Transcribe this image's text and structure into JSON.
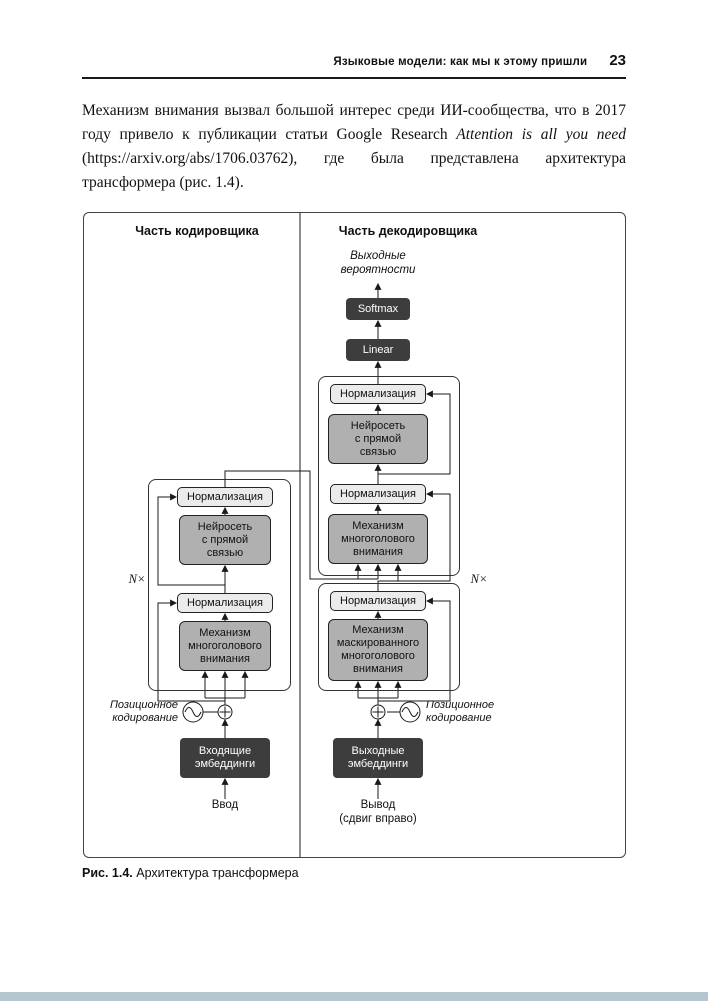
{
  "page": {
    "running_head": "Языковые модели: как мы к этому пришли",
    "page_number": "23"
  },
  "paragraph": {
    "part1": "Механизм внимания вызвал большой интерес среди ИИ-сообщества, что в 2017 году привело к публикации статьи Google Research ",
    "italic": "Attention is all you need",
    "part2": " (https://arxiv.org/abs/1706.03762), где была представлена архитектура трансформера (рис. 1.4)."
  },
  "figure": {
    "encoder_header": "Часть кодировщика",
    "decoder_header": "Часть декодировщика",
    "output_probs": "Выходные\nвероятности",
    "softmax": "Softmax",
    "linear": "Linear",
    "norm": "Нормализация",
    "ffn": "Нейросеть\nс прямой\nсвязью",
    "mha": "Механизм\nмногоголового\nвнимания",
    "masked_mha": "Механизм\nмаскированного\nмногоголового\nвнимания",
    "n_times": "N×",
    "pos_encoding": "Позиционное\nкодирование",
    "input_emb": "Входящие\nэмбеддинги",
    "output_emb": "Выходные\nэмбеддинги",
    "input_label": "Ввод",
    "output_label": "Вывод\n(сдвиг вправо)"
  },
  "icons": {
    "sine": "sine-wave",
    "plus": "circled-plus"
  },
  "colors": {
    "dark_box": "#3d3d3d",
    "grey_box": "#b0b0b0",
    "light_box": "#ebebeb",
    "footer_strip": "#b5c6d0"
  },
  "caption": {
    "label": "Рис. 1.4.",
    "text": " Архитектура трансформера"
  }
}
